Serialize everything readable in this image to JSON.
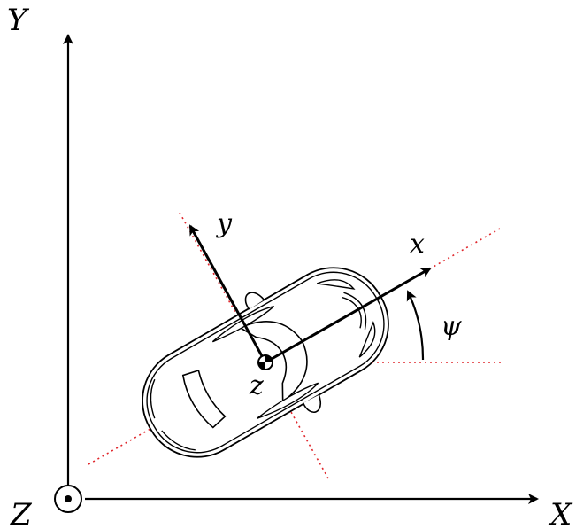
{
  "labels": {
    "global_y": "Y",
    "global_x": "X",
    "global_z": "Z",
    "body_x": "x",
    "body_y": "y",
    "body_z": "z",
    "yaw": "ψ"
  },
  "colors": {
    "stroke": "#000000",
    "reference_line": "#e0262b"
  }
}
